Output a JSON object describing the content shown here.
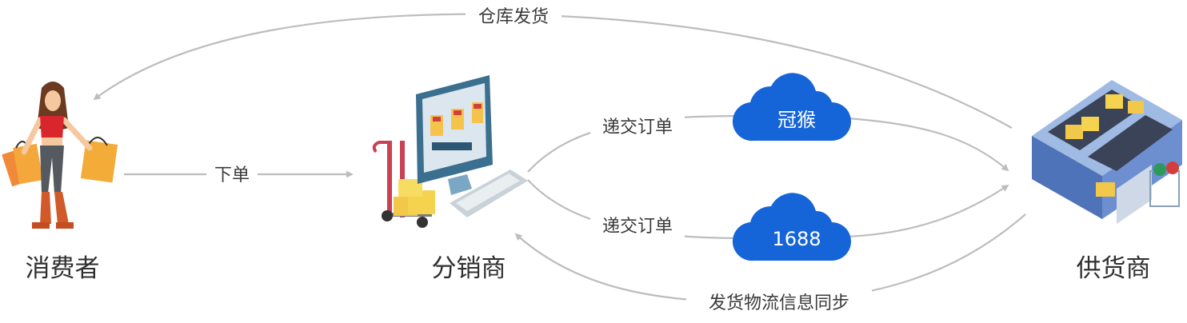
{
  "nodes": {
    "consumer": "消费者",
    "distributor": "分销商",
    "supplier": "供货商"
  },
  "clouds": {
    "top": "冠猴",
    "bottom": "1688"
  },
  "edges": {
    "warehouse_ship": "仓库发货",
    "place_order": "下单",
    "submit_order_top": "递交订单",
    "submit_order_bottom": "递交订单",
    "logistics_sync": "发货物流信息同步"
  },
  "colors": {
    "line": "#bdbdbd",
    "cloud": "#1565d8",
    "box": "#f2b63a",
    "factory": "#5f86c9"
  }
}
